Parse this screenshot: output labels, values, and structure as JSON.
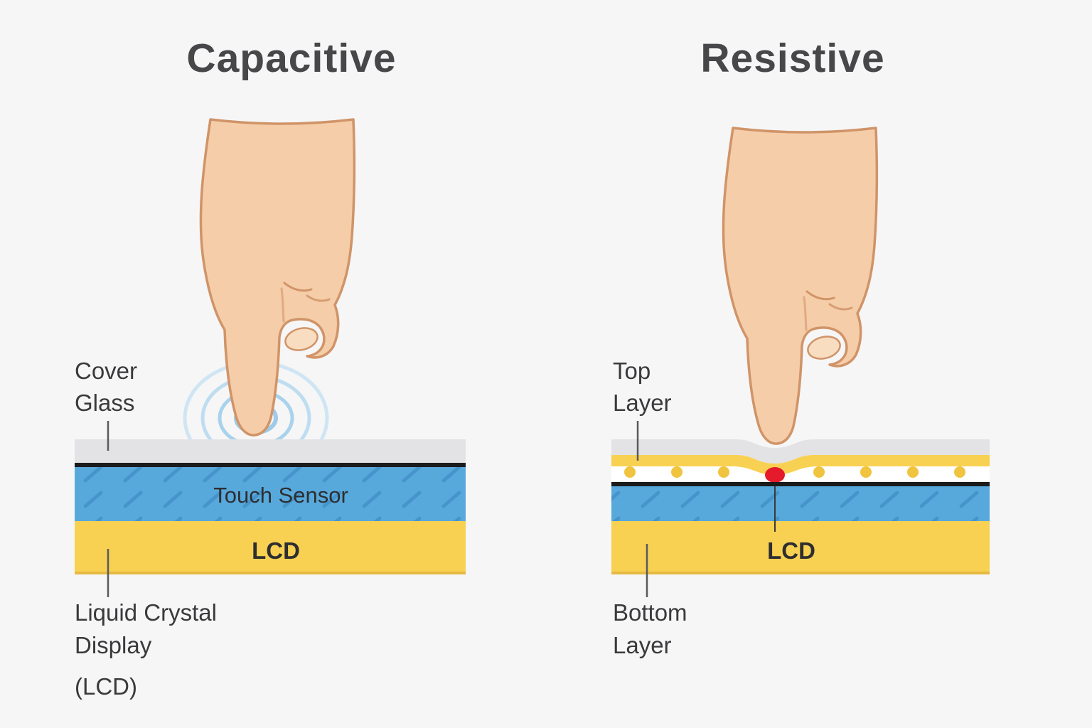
{
  "panels": {
    "left": {
      "title": "Capacitive",
      "labels": {
        "cover_glass": [
          "Cover",
          "Glass"
        ],
        "lcd_full": [
          "Liquid Crystal",
          "Display",
          "(LCD)"
        ]
      },
      "layers": {
        "touch_sensor": "Touch Sensor",
        "lcd": "LCD"
      }
    },
    "right": {
      "title": "Resistive",
      "labels": {
        "top_layer": [
          "Top",
          "Layer"
        ],
        "bottom_layer": [
          "Bottom",
          "Layer"
        ]
      },
      "layers": {
        "lcd": "LCD"
      }
    }
  },
  "colors": {
    "background": "#f6f6f7",
    "glass_gray": "#e3e3e5",
    "sensor_blue": "#57a9dc",
    "hatch_blue": "#3f8ec6",
    "lcd_yellow": "#f8d152",
    "lcd_yellow_edge": "#e6b93f",
    "separator_black": "#1b1b1b",
    "contact_red": "#e51a2b",
    "spacer_yellow": "#f0c43e",
    "ripple_blue": "#a9d2ec",
    "skin": "#f5cda9",
    "skin_outline": "#d09468",
    "text_dark": "#47474a"
  }
}
